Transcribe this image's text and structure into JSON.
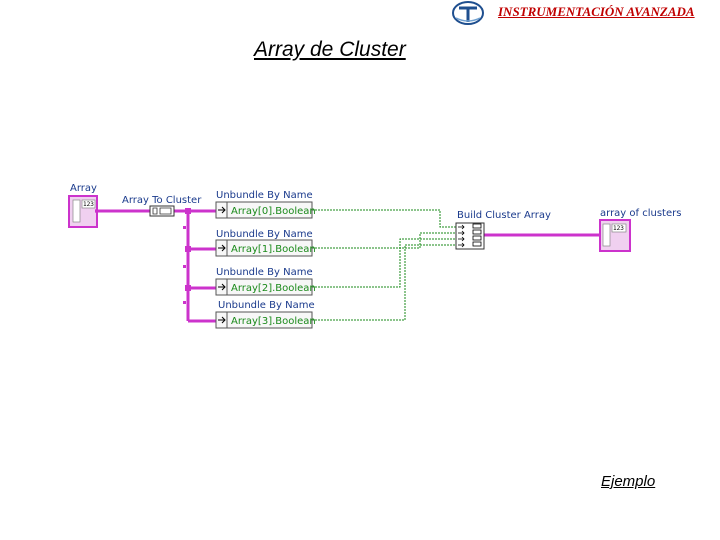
{
  "header": {
    "title": "INSTRUMENTACIÓN AVANZADA",
    "logo_icon": "institution-logo-icon",
    "accent_color": "#c00000"
  },
  "slide": {
    "title": "Array de Cluster"
  },
  "diagram": {
    "input_terminal_label": "Array",
    "array_to_cluster_label": "Array To Cluster",
    "unbundle_nodes": [
      {
        "label": "Unbundle By Name",
        "element": "Array[0].Boolean"
      },
      {
        "label": "Unbundle By Name",
        "element": "Array[1].Boolean"
      },
      {
        "label": "Unbundle By Name",
        "element": "Array[2].Boolean"
      },
      {
        "label": "Unbundle By Name",
        "element": "Array[3].Boolean"
      }
    ],
    "build_cluster_array_label": "Build Cluster Array",
    "output_terminal_label": "array of clusters",
    "wire_cluster_color": "#cc33cc",
    "wire_boolean_color": "#1a8a1a",
    "type_badge": "123"
  },
  "footer": {
    "link_label": "Ejemplo"
  }
}
